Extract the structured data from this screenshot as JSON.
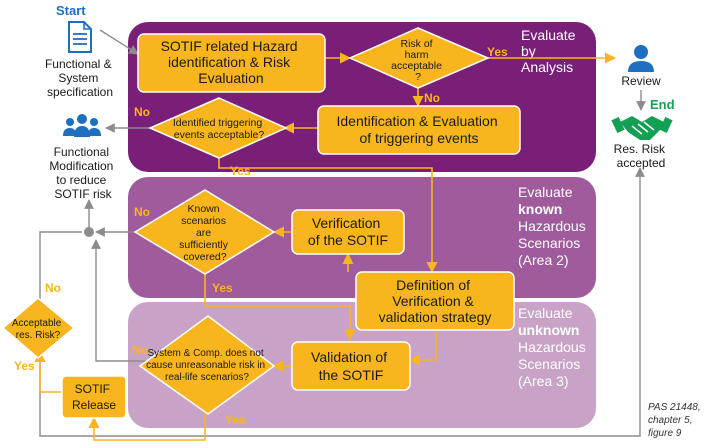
{
  "diagram": {
    "start_label": "Start",
    "end_label": "End",
    "functional_spec": [
      "Functional &",
      "System",
      "specification"
    ],
    "review_label": "Review",
    "res_risk_accepted": [
      "Res. Risk",
      "accepted"
    ],
    "functional_modification": [
      "Functional",
      "Modification",
      "to reduce",
      "SOTIF risk"
    ],
    "sotif_hazard_box": [
      "SOTIF related Hazard",
      "identification & Risk",
      "Evaluation"
    ],
    "risk_of_harm_diamond": [
      "Risk of",
      "harm",
      "acceptable",
      "?"
    ],
    "identification_triggering_box": [
      "Identification & Evaluation",
      "of triggering events"
    ],
    "triggering_events_diamond": [
      "Identified triggering",
      "events acceptable?"
    ],
    "verification_box": [
      "Verification",
      "of the SOTIF"
    ],
    "known_scenarios_diamond": [
      "Known",
      "scenarios",
      "are",
      "sufficiently",
      "covered?"
    ],
    "definition_box": [
      "Definition of",
      "Verification &",
      "validation strategy"
    ],
    "validation_box": [
      "Validation of",
      "the SOTIF"
    ],
    "real_life_diamond": [
      "System & Comp. does not",
      "cause unreasonable risk in",
      "real-life scenarios?"
    ],
    "acceptable_res_risk_diamond": [
      "Acceptable",
      "res. Risk?"
    ],
    "sotif_release_box": [
      "SOTIF",
      "Release"
    ],
    "zone_analysis": [
      "Evaluate",
      "by",
      "Analysis"
    ],
    "zone_known": [
      "Evaluate",
      "known",
      "Hazardous",
      "Scenarios",
      "(Area 2)"
    ],
    "zone_unknown": [
      "Evaluate",
      "unknown",
      "Hazardous",
      "Scenarios",
      "(Area 3)"
    ],
    "yes": "Yes",
    "no": "No",
    "source_note": [
      "PAS 21448,",
      "chapter 5,",
      "figure 9"
    ],
    "colors": {
      "zone_analysis": "#7a1f78",
      "zone_known": "#9f5b9c",
      "zone_unknown": "#c9a3c7",
      "box": "#f8b51d",
      "start_blue": "#1f6fbf",
      "end_green": "#13a055"
    },
    "icons": [
      "document-icon",
      "person-icon",
      "handshake-icon",
      "group-icon"
    ]
  }
}
